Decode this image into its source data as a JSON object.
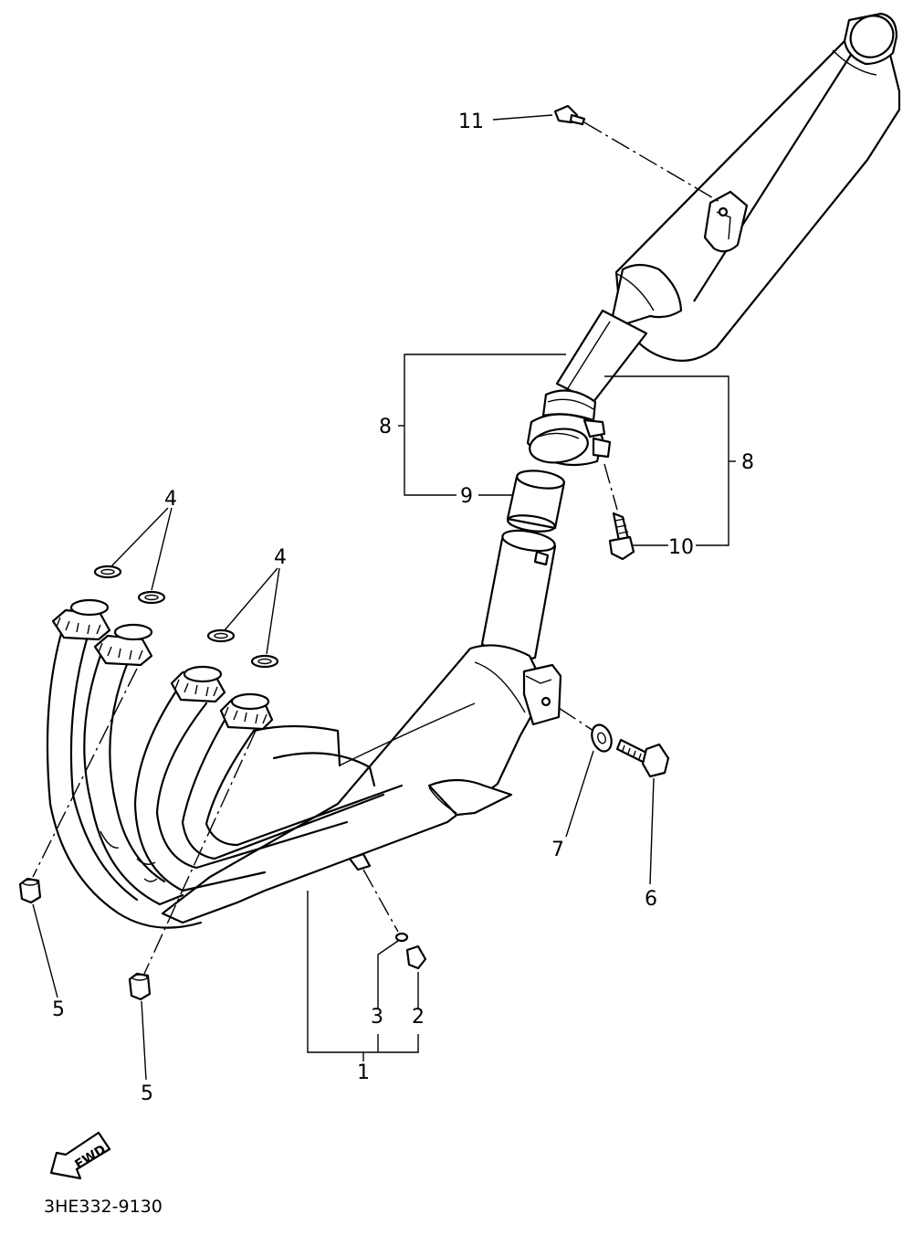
{
  "diagram_code": "3HE332-9130",
  "direction_arrow": {
    "label": "FWD",
    "icon": "forward-arrow-icon"
  },
  "callouts": {
    "c1": "1",
    "c2": "2",
    "c3": "3",
    "c4a": "4",
    "c4b": "4",
    "c5a": "5",
    "c5b": "5",
    "c6": "6",
    "c7": "7",
    "c8a": "8",
    "c8b": "8",
    "c9": "9",
    "c10": "10",
    "c11": "11"
  },
  "parts": [
    {
      "ref": "1",
      "name": "exhaust-pipe-assembly"
    },
    {
      "ref": "2",
      "name": "bolt"
    },
    {
      "ref": "3",
      "name": "washer"
    },
    {
      "ref": "4",
      "name": "gasket"
    },
    {
      "ref": "5",
      "name": "nut"
    },
    {
      "ref": "6",
      "name": "bolt"
    },
    {
      "ref": "7",
      "name": "washer"
    },
    {
      "ref": "8",
      "name": "muffler-assembly"
    },
    {
      "ref": "9",
      "name": "gasket"
    },
    {
      "ref": "10",
      "name": "clamp-bolt"
    },
    {
      "ref": "11",
      "name": "mounting-bolt"
    }
  ]
}
